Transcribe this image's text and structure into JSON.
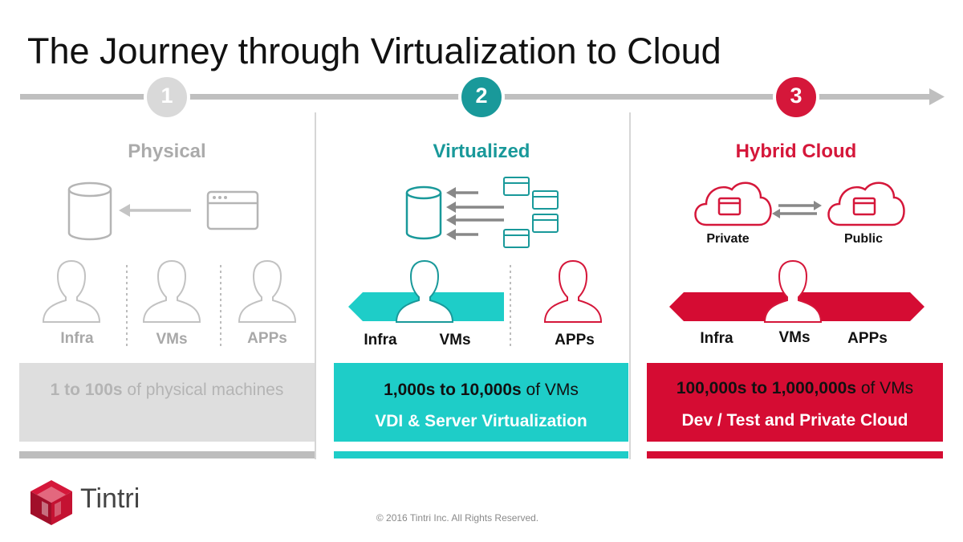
{
  "title": "The Journey through Virtualization to Cloud",
  "stages": [
    {
      "number": "1",
      "title": "Physical",
      "labels": [
        "Infra",
        "VMs",
        "APPs"
      ],
      "box_bold": "1 to 100s",
      "box_rest": " of physical machines",
      "color": "#bdbdbd"
    },
    {
      "number": "2",
      "title": "Virtualized",
      "labels": [
        "Infra",
        "VMs",
        "APPs"
      ],
      "box_bold": "1,000s to 10,000s",
      "box_rest": " of VMs",
      "box_line2": "VDI & Server Virtualization",
      "color": "#19999a"
    },
    {
      "number": "3",
      "title": "Hybrid Cloud",
      "cloud_labels": [
        "Private",
        "Public"
      ],
      "labels": [
        "Infra",
        "VMs",
        "APPs"
      ],
      "box_bold": "100,000s to 1,000,000s",
      "box_rest": " of VMs",
      "box_line2": "Dev / Test and Private Cloud",
      "color": "#d5173a"
    }
  ],
  "colors": {
    "teal_fill": "#1ecdc8",
    "red_fill": "#d50c33",
    "grey_fill": "#dedede"
  },
  "logo": {
    "name": "Tintri"
  },
  "copyright": "© 2016 Tintri Inc. All Rights Reserved."
}
